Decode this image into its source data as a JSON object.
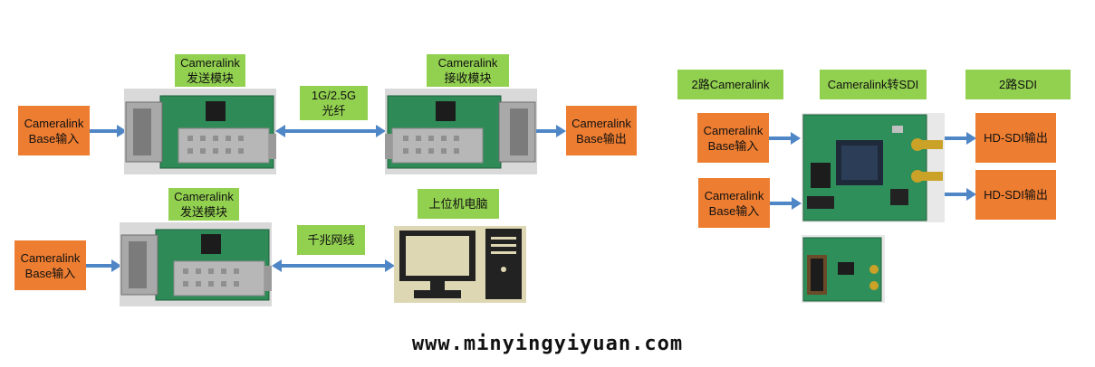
{
  "colors": {
    "label_green": "#92d050",
    "io_orange": "#ed7d31",
    "arrow_blue": "#4f86c6",
    "pcb_green": "#2e8b57"
  },
  "left_top": {
    "input_box": "Cameralink\nBase输入",
    "tx_module_label": "Cameralink\n发送模块",
    "link_label": "1G/2.5G\n光纤",
    "rx_module_label": "Cameralink\n接收模块",
    "output_box": "Cameralink\nBase输出"
  },
  "left_bottom": {
    "input_box": "Cameralink\nBase输入",
    "tx_module_label": "Cameralink\n发送模块",
    "link_label": "千兆网线",
    "pc_label": "上位机电脑"
  },
  "right": {
    "header_left": "2路Cameralink",
    "header_mid": "Cameralink转SDI",
    "header_right": "2路SDI",
    "input_1": "Cameralink\nBase输入",
    "input_2": "Cameralink\nBase输入",
    "output_1": "HD-SDI输出",
    "output_2": "HD-SDI输出"
  },
  "footer_url": "www.minyingyiyuan.com"
}
